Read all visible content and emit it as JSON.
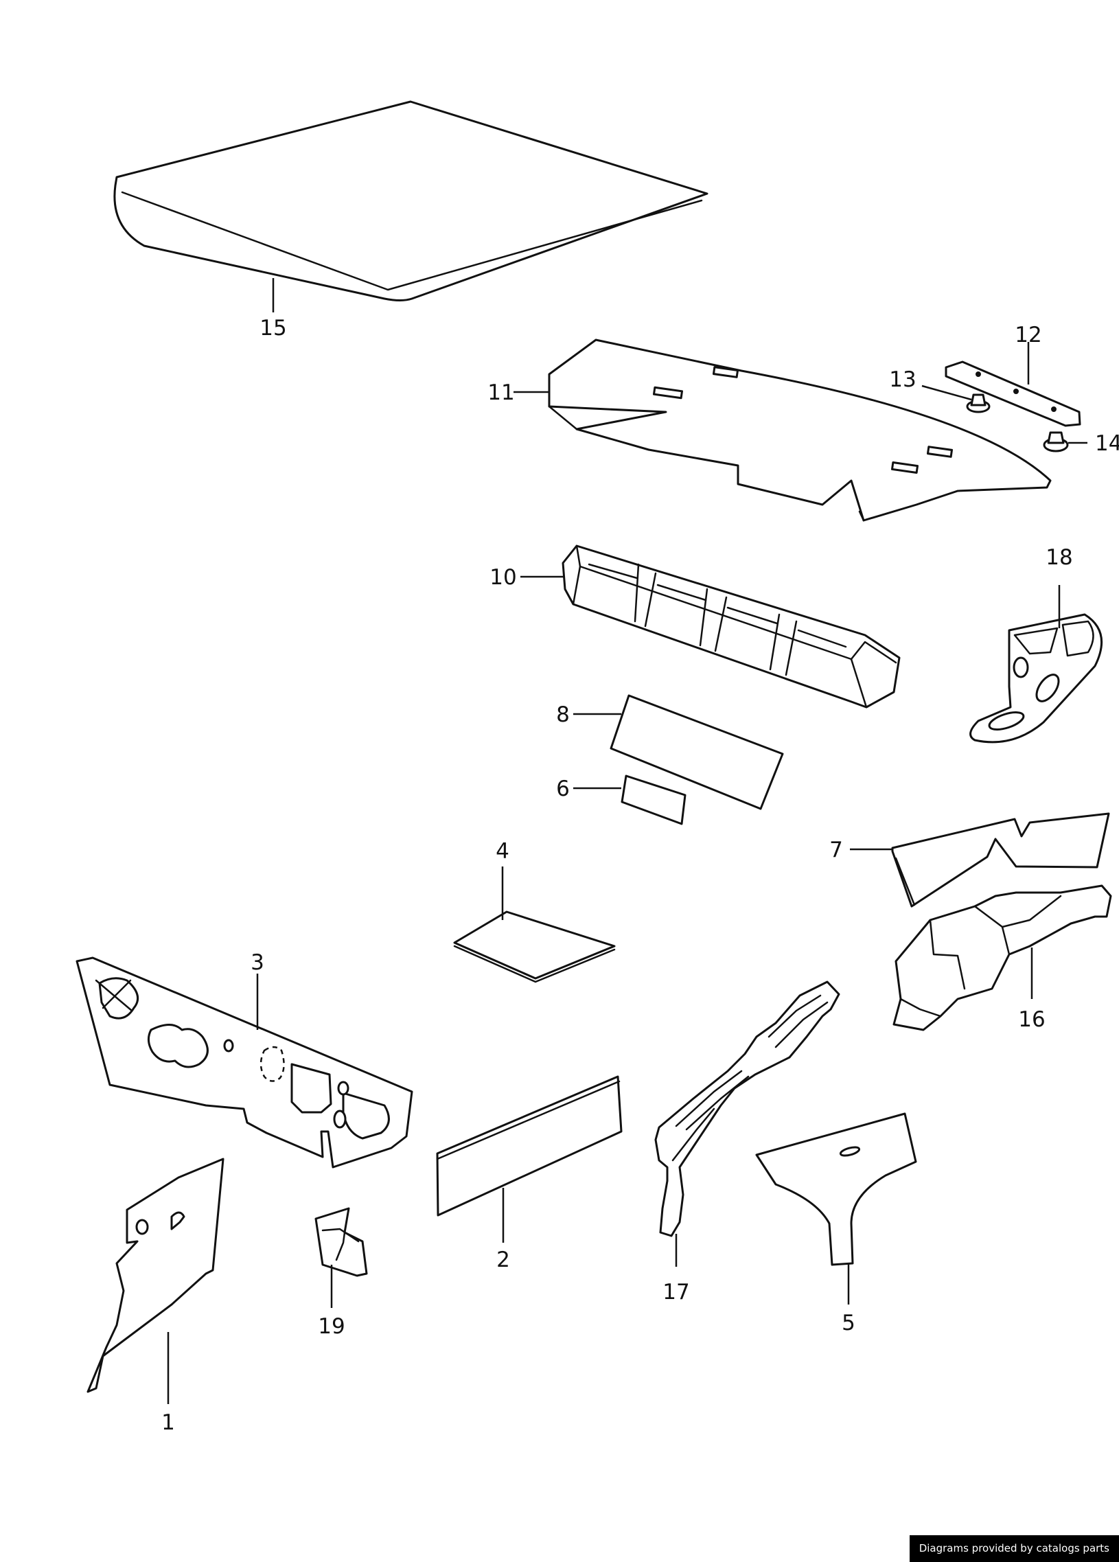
{
  "diagram": {
    "colors": {
      "ink": "#111111",
      "background": "#ffffff"
    },
    "callouts": [
      "1",
      "2",
      "3",
      "4",
      "5",
      "6",
      "7",
      "8",
      "10",
      "11",
      "12",
      "13",
      "14",
      "15",
      "16",
      "17",
      "18",
      "19"
    ]
  },
  "credit": {
    "text": "Diagrams provided by catalogs parts",
    "background": "#000000",
    "color": "#ffffff"
  }
}
